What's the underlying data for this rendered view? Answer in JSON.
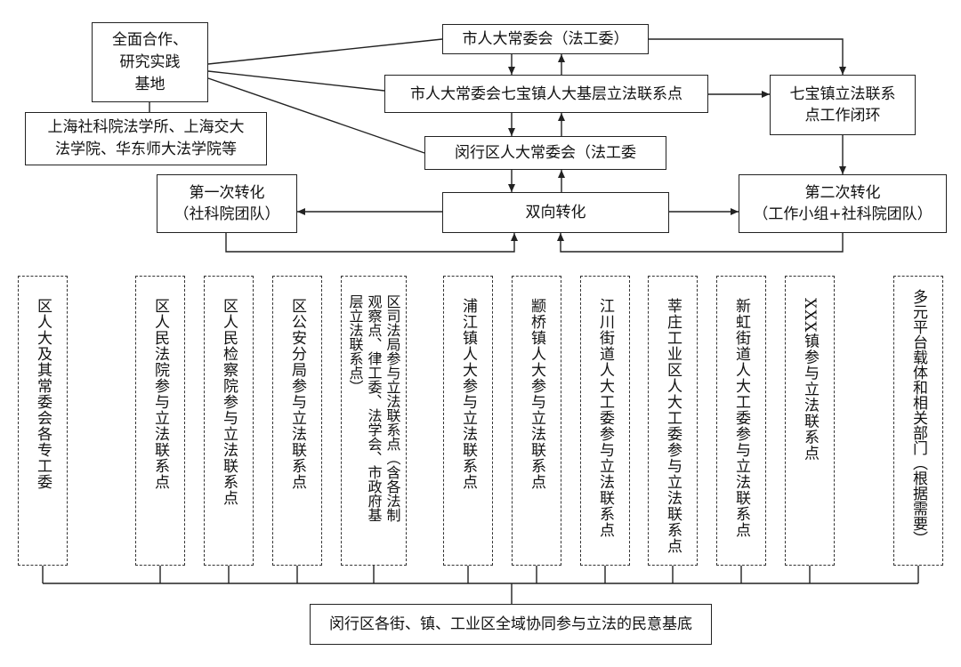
{
  "top": {
    "base": [
      "全面合作、",
      "研究实践",
      "基地"
    ],
    "academies": [
      "上海社科院法学所、上海交大",
      "法学院、华东师大法学院等"
    ],
    "municipal": "市人大常委会（法工委）",
    "qibao_point": "市人大常委会七宝镇人大基层立法联系点",
    "minhang": "闵行区人大常委会（法工委",
    "loop": [
      "七宝镇立法联系",
      "点工作闭环"
    ],
    "first": [
      "第一次转化",
      "（社科院团队）"
    ],
    "bidirectional": "双向转化",
    "second": [
      "第二次转化",
      "（工作小组+社科院团队）"
    ]
  },
  "columns": [
    "区人大及其常委会各专工委",
    "区人民法院参与立法联系点",
    "区人民检察院参与立法联系点",
    "区公安分局参与立法联系点",
    "区司法局参与立法联系点（含各法制观察点、律工委、法学会、市政府基层立法联系点）",
    "浦江镇人大参与立法联系点",
    "颛桥镇人大参与立法联系点",
    "江川街道人大工委参与立法联系点",
    "莘庄工业区人大工委参与立法联系点",
    "新虹街道人大工委参与立法联系点",
    "XXX镇参与立法联系点",
    "多元平台载体和相关部门（根据需要）"
  ],
  "bottom": "闵行区各街、镇、工业区全域协同参与立法的民意基底"
}
